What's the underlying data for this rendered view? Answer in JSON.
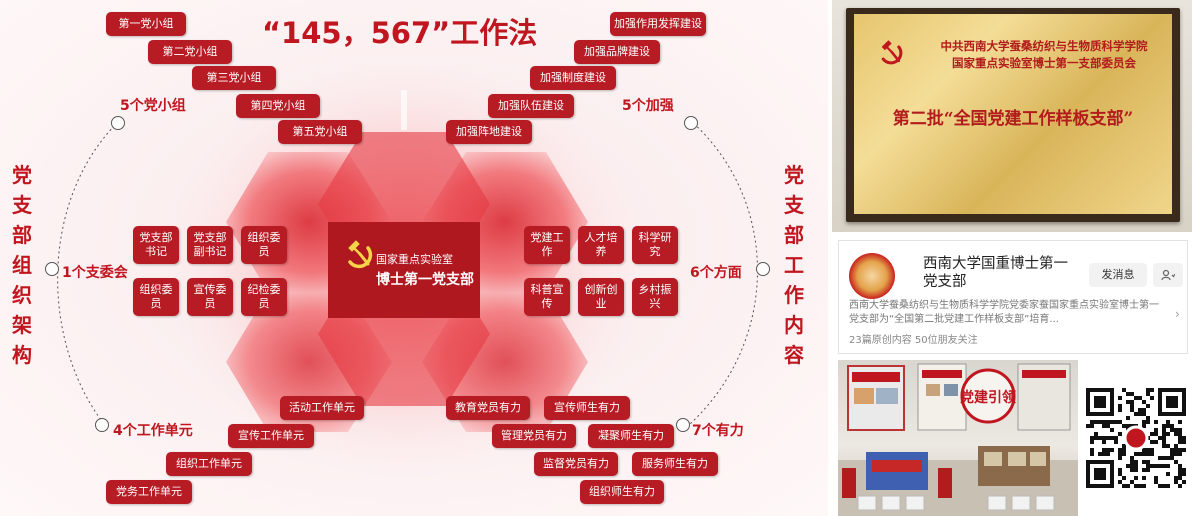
{
  "title": "“145，567”工作法",
  "left_column": "党支部组织架构",
  "right_column": "党支部工作内容",
  "center": {
    "line1": "国家重点实验室",
    "line2": "博士第一党支部"
  },
  "labels": {
    "groups": "5个党小组",
    "committee": "1个支委会",
    "units": "4个工作单元",
    "strengthen": "5个加强",
    "aspects": "6个方面",
    "forces": "7个有力"
  },
  "party_groups": [
    "第一党小组",
    "第二党小组",
    "第三党小组",
    "第四党小组",
    "第五党小组"
  ],
  "strengthen_items": [
    "加强作用发挥建设",
    "加强品牌建设",
    "加强制度建设",
    "加强队伍建设",
    "加强阵地建设"
  ],
  "committee_members": [
    "党支部书记",
    "党支部副书记",
    "组织委员",
    "组织委员",
    "宣传委员",
    "纪检委员"
  ],
  "aspects_items": [
    "党建工作",
    "人才培养",
    "科学研究",
    "科普宣传",
    "创新创业",
    "乡村振兴"
  ],
  "work_units": [
    "活动工作单元",
    "宣传工作单元",
    "组织工作单元",
    "党务工作单元"
  ],
  "forces_items": [
    "教育党员有力",
    "宣传师生有力",
    "管理党员有力",
    "凝聚师生有力",
    "监督党员有力",
    "服务师生有力",
    "组织师生有力"
  ],
  "plaque": {
    "org_line1": "中共西南大学蚕桑纺织与生物质科学学院",
    "org_line2": "国家重点实验室博士第一支部委员会",
    "honor": "第二批“全国党建工作样板支部”"
  },
  "wechat": {
    "name": "西南大学国重博士第一党支部",
    "follow": "发消息",
    "description": "西南大学蚕桑纺织与生物质科学学院党委家蚕国家重点实验室博士第一党支部为“全国第二批党建工作样板支部”培育...",
    "stats": "23篇原创内容 50位朋友关注"
  },
  "photo": {
    "sign": "党建引领"
  },
  "colors": {
    "accent": "#b71c25",
    "text_red": "#c0161f",
    "gold": "#e6c66e"
  }
}
